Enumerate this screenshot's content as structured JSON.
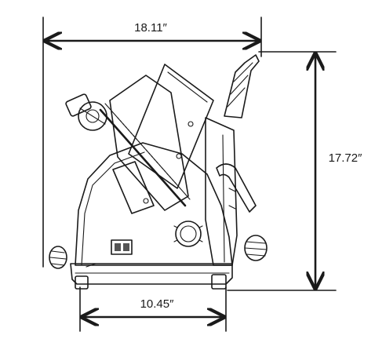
{
  "dimensions": {
    "width_label": "18.11″",
    "height_label": "17.72″",
    "base_label": "10.45″"
  },
  "colors": {
    "line": "#1a1a1a",
    "fill_light": "#ececec",
    "fill_mid": "#bdbdbd",
    "fill_dark": "#555555"
  }
}
